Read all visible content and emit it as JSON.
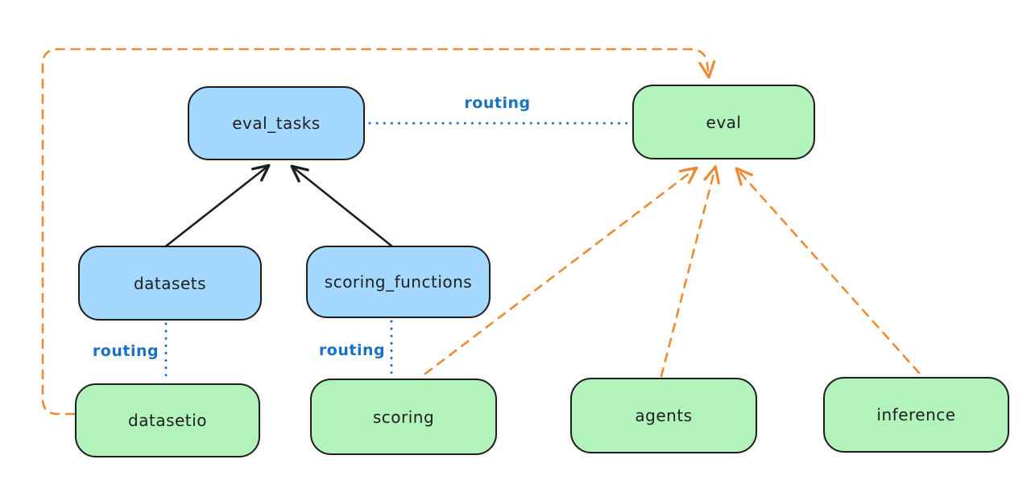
{
  "diagram": {
    "kind": "architecture-flow-diagram",
    "background": "#ffffff",
    "colors": {
      "resource_box_fill": "#a5d8ff",
      "provider_box_fill": "#b2f2bb",
      "box_stroke": "#1e1e1e",
      "text": "#1e1e1e",
      "routing_blue": "#1971c2",
      "dependency_orange": "#ec8b33",
      "solid_arrow_black": "#1e1e1e"
    },
    "nodes": [
      {
        "id": "eval_tasks",
        "label": "eval_tasks",
        "kind": "resource-blue"
      },
      {
        "id": "eval",
        "label": "eval",
        "kind": "api-green"
      },
      {
        "id": "datasets",
        "label": "datasets",
        "kind": "resource-blue"
      },
      {
        "id": "scoring_functions",
        "label": "scoring_functions",
        "kind": "resource-blue"
      },
      {
        "id": "datasetio",
        "label": "datasetio",
        "kind": "api-green"
      },
      {
        "id": "scoring",
        "label": "scoring",
        "kind": "api-green"
      },
      {
        "id": "agents",
        "label": "agents",
        "kind": "api-green"
      },
      {
        "id": "inference",
        "label": "inference",
        "kind": "api-green"
      }
    ],
    "edges": [
      {
        "from": "datasets",
        "to": "eval_tasks",
        "style": "solid",
        "color": "black",
        "arrow": true,
        "label": ""
      },
      {
        "from": "scoring_functions",
        "to": "eval_tasks",
        "style": "solid",
        "color": "black",
        "arrow": true,
        "label": ""
      },
      {
        "from": "eval_tasks",
        "to": "eval",
        "style": "dotted",
        "color": "blue",
        "arrow": false,
        "label": "routing"
      },
      {
        "from": "datasets",
        "to": "datasetio",
        "style": "dotted",
        "color": "blue",
        "arrow": false,
        "label": "routing"
      },
      {
        "from": "scoring_functions",
        "to": "scoring",
        "style": "dotted",
        "color": "blue",
        "arrow": false,
        "label": "routing"
      },
      {
        "from": "datasetio",
        "to": "eval",
        "style": "dashed",
        "color": "orange",
        "arrow": true,
        "label": ""
      },
      {
        "from": "scoring",
        "to": "eval",
        "style": "dashed",
        "color": "orange",
        "arrow": true,
        "label": ""
      },
      {
        "from": "agents",
        "to": "eval",
        "style": "dashed",
        "color": "orange",
        "arrow": true,
        "label": ""
      },
      {
        "from": "inference",
        "to": "eval",
        "style": "dashed",
        "color": "orange",
        "arrow": true,
        "label": ""
      }
    ]
  }
}
